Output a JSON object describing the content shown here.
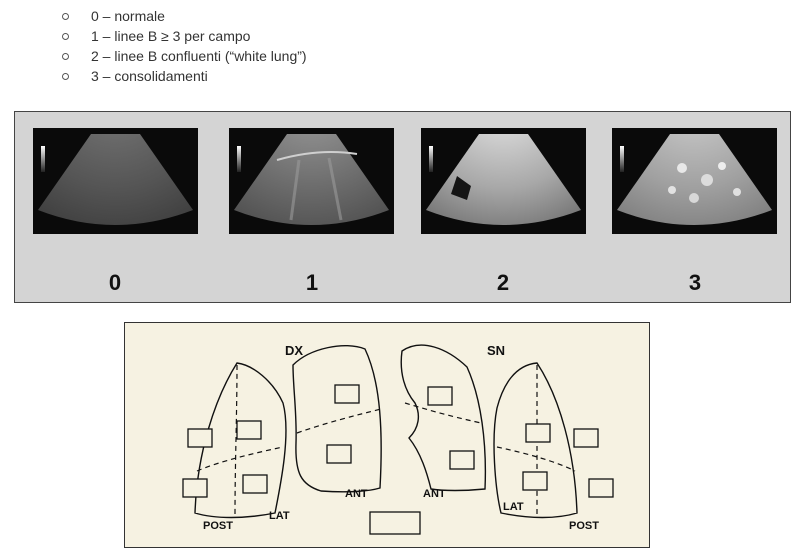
{
  "bullets": [
    "0 – normale",
    "1 – linee B ≥ 3 per campo",
    "2 – linee B confluenti (“white lung”)",
    "3 – consolidamenti"
  ],
  "ultrasound_panel": {
    "grades": [
      "0",
      "1",
      "2",
      "3"
    ]
  },
  "lung_diagram": {
    "label_right": "DX",
    "label_left": "SN",
    "label_ant_right": "ANT",
    "label_ant_left": "ANT",
    "label_lat_right": "LAT",
    "label_lat_left": "LAT",
    "label_post_right": "POST",
    "label_post_left": "POST"
  }
}
